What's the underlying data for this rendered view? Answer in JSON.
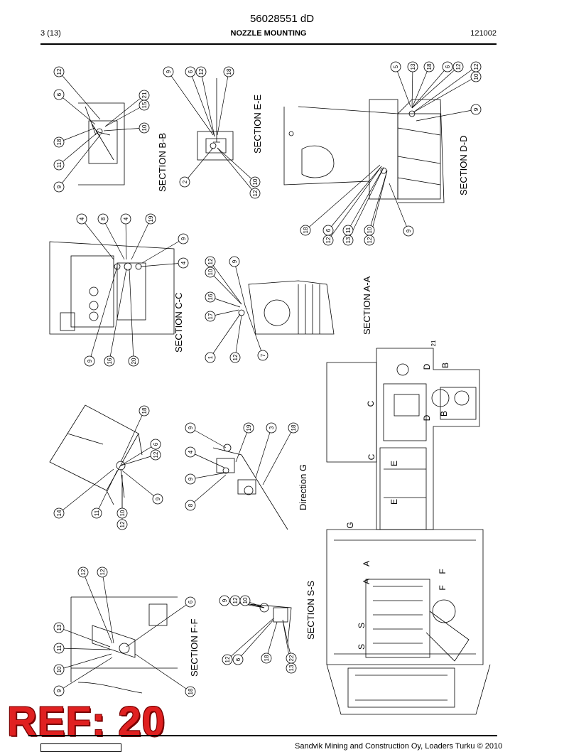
{
  "header": {
    "doc_number": "56028551 dD",
    "page": "3 (13)",
    "title": "NOZZLE MOUNTING",
    "code": "121002"
  },
  "footer": {
    "copyright": "Sandvik Mining and Construction Oy, Loaders Turku © 2010"
  },
  "stamp": "REF: 20",
  "sections": {
    "bb": "SECTION B-B",
    "ee": "SECTION E-E",
    "dd": "SECTION D-D",
    "cc": "SECTION C-C",
    "aa": "SECTION A-A",
    "g": "Direction G",
    "ff": "SECTION F-F",
    "ss": "SECTION S-S"
  },
  "callouts": {
    "bb": [
      "12",
      "6",
      "18",
      "11",
      "9",
      "15",
      "21",
      "10"
    ],
    "ee": [
      "9",
      "6",
      "12",
      "18",
      "2",
      "12",
      "10"
    ],
    "dd": [
      "5",
      "13",
      "18",
      "6",
      "12",
      "10",
      "12",
      "9",
      "18",
      "12",
      "6",
      "13",
      "11",
      "12",
      "10",
      "9"
    ],
    "cc": [
      "4",
      "8",
      "4",
      "19",
      "9",
      "4",
      "9",
      "16",
      "20"
    ],
    "aa": [
      "10",
      "12",
      "9",
      "16",
      "17",
      "1",
      "12",
      "7"
    ],
    "view": [
      "21",
      "D",
      "B",
      "C",
      "D",
      "B",
      "C",
      "E",
      "E",
      "G",
      "A",
      "A",
      "F",
      "F",
      "S",
      "S"
    ],
    "iso": [
      "18",
      "12",
      "6",
      "9",
      "14",
      "11",
      "12",
      "10"
    ],
    "g": [
      "9",
      "19",
      "3",
      "18",
      "4",
      "9",
      "8"
    ],
    "ff": [
      "12",
      "12",
      "6",
      "13",
      "11",
      "10",
      "9",
      "18"
    ],
    "ss": [
      "9",
      "12",
      "10",
      "12",
      "6",
      "18",
      "13",
      "22"
    ]
  }
}
